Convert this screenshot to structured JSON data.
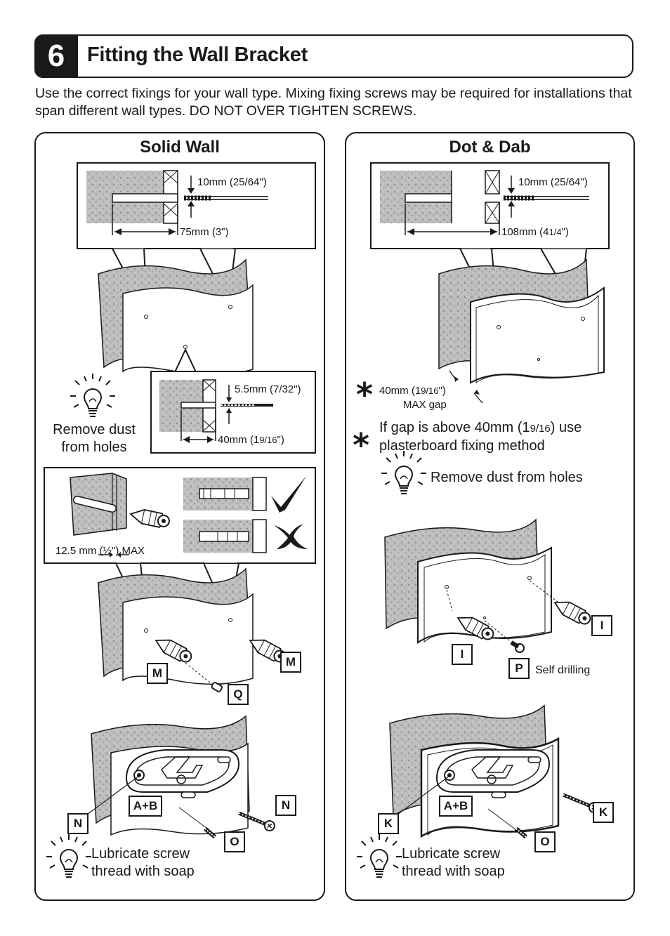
{
  "header": {
    "step_number": "6",
    "title": "Fitting the Wall Bracket"
  },
  "intro_text": "Use the correct fixings for your wall type. Mixing fixing screws may be required for installations that span different wall types. DO NOT OVER TIGHTEN SCREWS.",
  "solid_wall": {
    "title": "Solid Wall",
    "drill_bit_label": "10mm (25/64\")",
    "depth_label": "75mm (3\")",
    "small_drill_label": "5.5mm (7/32\")",
    "small_depth_main": "40mm (1",
    "small_depth_frac": "9/16",
    "small_depth_end": "\")",
    "tip_remove_dust": "Remove dust from holes",
    "plug_max_label": "12.5 mm (½\") MAX",
    "parts": {
      "m1": "M",
      "m2": "M",
      "q": "Q",
      "n1": "N",
      "n2": "N",
      "ab": "A+B",
      "o": "O"
    },
    "tip_lubricate": "Lubricate screw thread with soap"
  },
  "dot_dab": {
    "title": "Dot & Dab",
    "drill_bit_label": "10mm (25/64\")",
    "depth_main": "108mm (4",
    "depth_frac": "1/4",
    "depth_end": "\")",
    "gap_main": "40mm (1",
    "gap_frac": "9/16",
    "gap_end": "\")",
    "gap_sub": "MAX gap",
    "note_main": "If gap is above 40mm (1",
    "note_frac": "9/16",
    "note_end": ") use plasterboard fixing method",
    "tip_remove_dust": "Remove dust from holes",
    "parts": {
      "i1": "I",
      "i2": "I",
      "p": "P",
      "k1": "K",
      "k2": "K",
      "ab": "A+B",
      "o": "O"
    },
    "self_drilling": "Self drilling",
    "tip_lubricate": "Lubricate screw thread with soap"
  },
  "colors": {
    "ink": "#1a1a1a",
    "masonry": "#b9b9b9",
    "masonry_dark": "#8e8e8e"
  }
}
